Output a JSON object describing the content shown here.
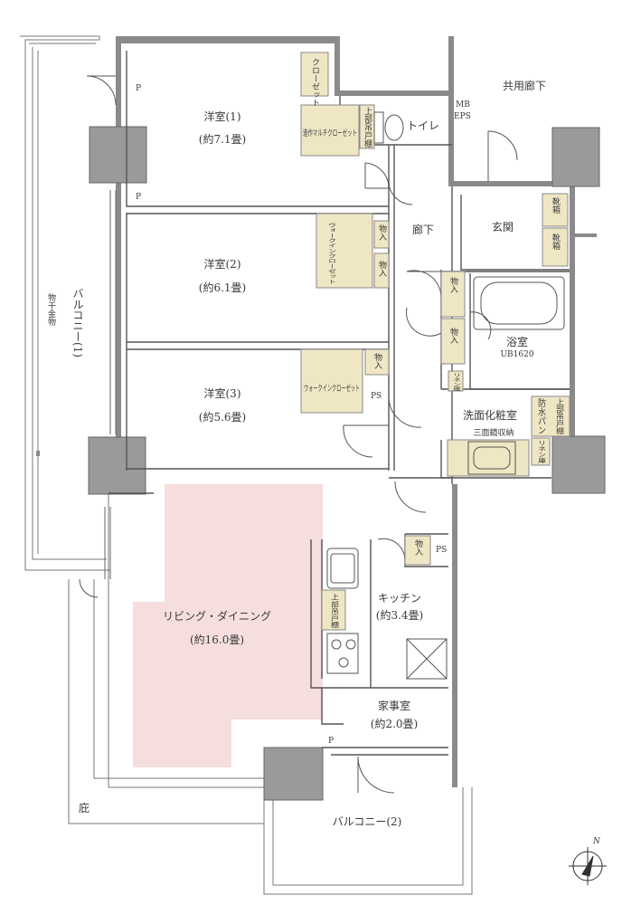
{
  "rooms": {
    "western1": {
      "name": "洋室(1)",
      "size": "(約7.1畳)"
    },
    "western2": {
      "name": "洋室(2)",
      "size": "(約6.1畳)"
    },
    "western3": {
      "name": "洋室(3)",
      "size": "(約5.6畳)"
    },
    "living": {
      "name": "リビング・ダイニング",
      "size": "(約16.0畳)"
    },
    "kitchen": {
      "name": "キッチン",
      "size": "(約3.4畳)"
    },
    "utility": {
      "name": "家事室",
      "size": "(約2.0畳)"
    },
    "toilet": {
      "name": "トイレ"
    },
    "hallway": {
      "name": "廊下"
    },
    "entrance": {
      "name": "玄関"
    },
    "bath": {
      "name": "浴室",
      "spec": "UB1620"
    },
    "washroom": {
      "name": "洗面化粧室"
    },
    "balcony1": {
      "name": "バルコニー(1)"
    },
    "balcony2": {
      "name": "バルコニー(2)"
    },
    "common_corridor": {
      "name": "共用廊下"
    },
    "garden": {
      "name": "庇"
    }
  },
  "storage": {
    "closet": "クローゼット",
    "multi_closet": "造作マルチクローゼット",
    "walkin": "ウォークインクローゼット",
    "storage": "物入",
    "shoe": "靴箱",
    "upper_cabinet": "上部吊戸棚",
    "three_mirror": "三面鏡収納",
    "linen": "リネン庫",
    "waterproof_pan": "防水パン"
  },
  "markers": {
    "pipe_space": "PS",
    "mb_eps": "MB",
    "eps": "EPS",
    "p": "P",
    "outdoor_unit": "物干金物"
  },
  "compass": {
    "north": "N"
  },
  "colors": {
    "wall": "#8a8a8a",
    "pillar": "#9a9a9a",
    "storage_fill": "#efe6c4",
    "living_fill": "#f6dede",
    "line": "#555555"
  }
}
